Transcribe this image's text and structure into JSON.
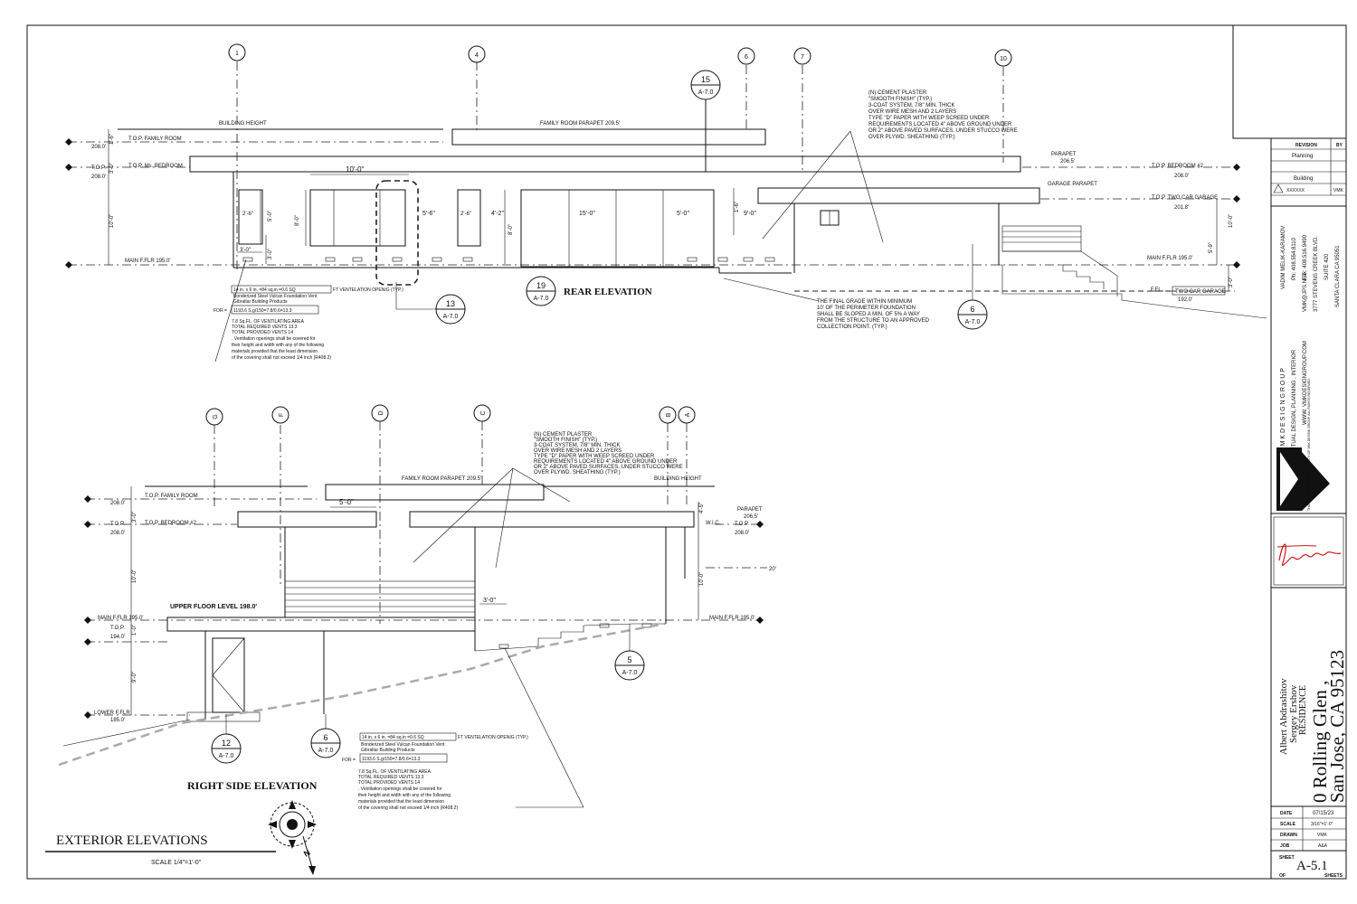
{
  "sheet_title": "EXTERIOR ELEVATIONS",
  "sheet_scale": "SCALE 1/4\"=1'-0\"",
  "rear": {
    "title": "REAR ELEVATION",
    "grid": [
      "1",
      "4",
      "6",
      "7",
      "10"
    ],
    "callout_main": {
      "num": "15",
      "ref": "A-7.0"
    },
    "callout_title": {
      "num": "19",
      "ref": "A-7.0"
    },
    "callout_vent": {
      "num": "13",
      "ref": "A-7.0"
    },
    "callout_stair": {
      "num": "6",
      "ref": "A-7.0"
    },
    "labels": {
      "building_height": "BUILDING HEIGHT",
      "family_parapet": "FAMILY ROOM PARAPET  209.5'",
      "top_family": "T.O.P. FAMILY ROOM",
      "top_ms": "T.O.P. Ms. BEDROOM",
      "main_ffl": "MAIN F.FLR 195.0'",
      "top": "T.O.P.",
      "lvl_208a": "208.0'",
      "lvl_208b": "208.0'",
      "parapet": "PARAPET",
      "parapet_val": "206.5'",
      "garage_parapet": "GARAGE PARAPET",
      "top_bed2": "T.O.P. BEDROOM #2",
      "bed2_val": "208.0'",
      "top_garage": "T.O.P. TWO CAR GARAGE",
      "garage_val": "201.8'",
      "main_ffl_r": "MAIN F.FLR 195.0'",
      "ffl": "F.FL.",
      "two_car": "TWO CAR GARAGE",
      "two_car_val": "192.0'"
    },
    "dims": [
      "10'-0\"",
      "2'-6\"",
      "5'-6\"",
      "2'-6\"",
      "4'-2\"",
      "15'-0\"",
      "5'-0\"",
      "9'-0\"",
      "3'-0\"",
      "5'-0\"",
      "8'-0\"",
      "3'-0\"",
      "1'-6\"",
      "8'-0\"",
      "1'-6\"",
      "3'-0\"",
      "10'-0\"",
      "5'-9\"",
      "3'-0\""
    ],
    "plaster_note": [
      "(N) CEMENT PLASTER",
      "\"SMOOTH FINISH\" (TYP.)",
      "3-COAT SYSTEM, 7/8\" MIN. THICK",
      "OVER WIRE MESH AND 2  LAYERS",
      "TYPE \"D\" PAPER  WITH WEEP SCREED UNDER",
      "REQUIREMENTS LOCATED 4\" ABOVE GROUND  UNDER",
      "OR 2\" ABOVE PAVED SURFACES.  UNDER STUCCO WERE",
      "OVER PLYWD. SHEATHING (TYP.)"
    ],
    "grade_note": [
      "THE FINAL GRADE WITHIN MINIMUM",
      "10' OF THE PERIMETER FOUNDATION",
      "SHALL BE SLOPED A MIN. OF 5% A WAY",
      "FROM THE STRUCTURE TO AN APPROVED",
      "COLLECTION POINT. (TYP.)"
    ],
    "vent_box": "14 in. x 6 in. =84 sq.in =0.6 SQ",
    "vent_text": [
      "FT VENTELATION OPENIG (TYP.)"
    ],
    "vent_sub": [
      "Bonderized Steel Vulcan Foundation Vent",
      "Gibraltar Building Products"
    ],
    "for_label": "FOR =",
    "calc_box": "1193.6 S.g/150=7.8/0.6=13.3",
    "vent_notes": [
      "7.8 Sq.FL. OF VENTILATING AREA",
      "TOTAL REQUIRED VENTS 13.3",
      "TOTAL PROVIDED VENTS  14",
      ". Ventilation openings shall be covered for",
      "  their height and width with any of the following",
      "  materials provided that the least dimension",
      "  of the covering shall not exceed 1/4 inch  (R408.2)"
    ]
  },
  "side": {
    "title": "RIGHT SIDE ELEVATION",
    "grid": [
      "G",
      "F",
      "D",
      "C",
      "B",
      "A"
    ],
    "callout_door": {
      "num": "12",
      "ref": "A-7.0"
    },
    "callout_vent": {
      "num": "6",
      "ref": "A-7.0"
    },
    "callout_stair": {
      "num": "5",
      "ref": "A-7.0"
    },
    "labels": {
      "family_parapet": "FAMILY ROOM PARAPET  209.5'",
      "building_height": "BUILDING HEIGHT",
      "top_family": "T.O.P. FAMILY ROOM",
      "top_bed2": "T.O.P. BEDROOM #2",
      "top": "T.O.P.",
      "v208a": "208.0'",
      "v208b": "208.0'",
      "parapet": "PARAPET",
      "parapet_val": "206.5'",
      "wic": "W.I.C.",
      "top_r": "T.O.P.",
      "v208c": "208.0'",
      "twenty": "20'",
      "upper_floor": "UPPER FLOOR LEVEL 198.0'",
      "main_ffl": "MAIN F.FLR 195.0'",
      "main_ffl_r": "MAIN F.FLR 195.0'",
      "top_l": "T.O.P.",
      "v194": "194.0'",
      "lower_ffl": "LOWER F.FLR",
      "v185": "185.0'"
    },
    "dims": [
      "5'-0\"",
      "3'-0\"",
      "3'-0\"",
      "10'-0\"",
      "1'-0\"",
      "9'-0\"",
      "10'-0\"",
      "4'-5\""
    ],
    "plaster_note": [
      "(N) CEMENT PLASTER",
      "\"SMOOTH FINISH\" (TYP.)",
      "3-COAT SYSTEM, 7/8\" MIN. THICK",
      "OVER WIRE MESH AND 2 LAYERS",
      "TYPE \"D\" PAPER  WITH WEEP SCREED UNDER",
      "REQUIREMENTS LOCATED 4\" ABOVE GROUND  UNDER",
      "OR 2\" ABOVE PAVED SURFACES.  UNDER STUCCO WERE",
      "OVER PLYWD. SHEATHING (TYP.)"
    ],
    "vent_box": "14 in. x 6 in. =84 sq.in =0.6 SQ",
    "vent_text": [
      "FT VENTELATION OPENIG (TYP.)"
    ],
    "vent_sub": [
      "Bonderized Steel Vulcan Foundation Vent",
      "Gibraltar Building Products"
    ],
    "for_label": "FOR =",
    "calc_box": "1193.6 S.g/150=7.8/0.6=13.3",
    "vent_notes": [
      "7.8 Sq.FL. OF VENTILATING AREA",
      "TOTAL REQUIRED VENTS 13.3",
      "TOTAL PROVIDED VENTS  14",
      ". Ventilation openings shall be covered for",
      "  their height and width with any of the following",
      "  materials provided that the least dimension",
      "  of the covering shall not exceed 1/4 inch  (R408.2)"
    ]
  },
  "north_label": "N",
  "title_block": {
    "revision_header": "REVISION",
    "by_header": "BY",
    "rows": [
      "Planning",
      "",
      "Building"
    ],
    "delta_row": "XXXXXX",
    "delta_by": "VMK",
    "firm_name": "V M K   D E S I G N   G R O U P",
    "firm_principal": "VADIM MELIK-KARAMOV",
    "services": "CONCEPTUAL DESIGN,  PLANNING ,  INTERIOR",
    "phone": "Ph: 408.554.8110",
    "web": "WWW. VMKDESIGNGROUP.COM",
    "email": "VMK@JPS.NET",
    "fax": "Fax: 408.516.9490",
    "address1": "3777 STEVENS CREEK BLVD.",
    "address2": "SUITE 420",
    "address3": "SANTA CLARA  CA  95051",
    "copyright": "THIS DOCUMENT IS THE PROPERTY OF VMK DESIGN GROUP. ALL RIGHTS RESERVED.",
    "owner1": "Albert Abdrashitov",
    "owner2": "Sergey Ershov",
    "residence": "RESIDENCE",
    "street": "0 Rolling Glen ,",
    "city": "San Jose, CA 95123",
    "date_label": "DATE",
    "date_val": "07/15/23",
    "scale_label": "SCALE",
    "scale_val": "3/16\"=1'-0\"",
    "drawn_label": "DRAWN",
    "drawn_val": "VMK",
    "job_label": "JOB",
    "job_val": "A&A",
    "sheet_label": "SHEET",
    "sheet_val": "A-5.1",
    "of_label": "OF",
    "sheets_label": "SHEETS"
  }
}
